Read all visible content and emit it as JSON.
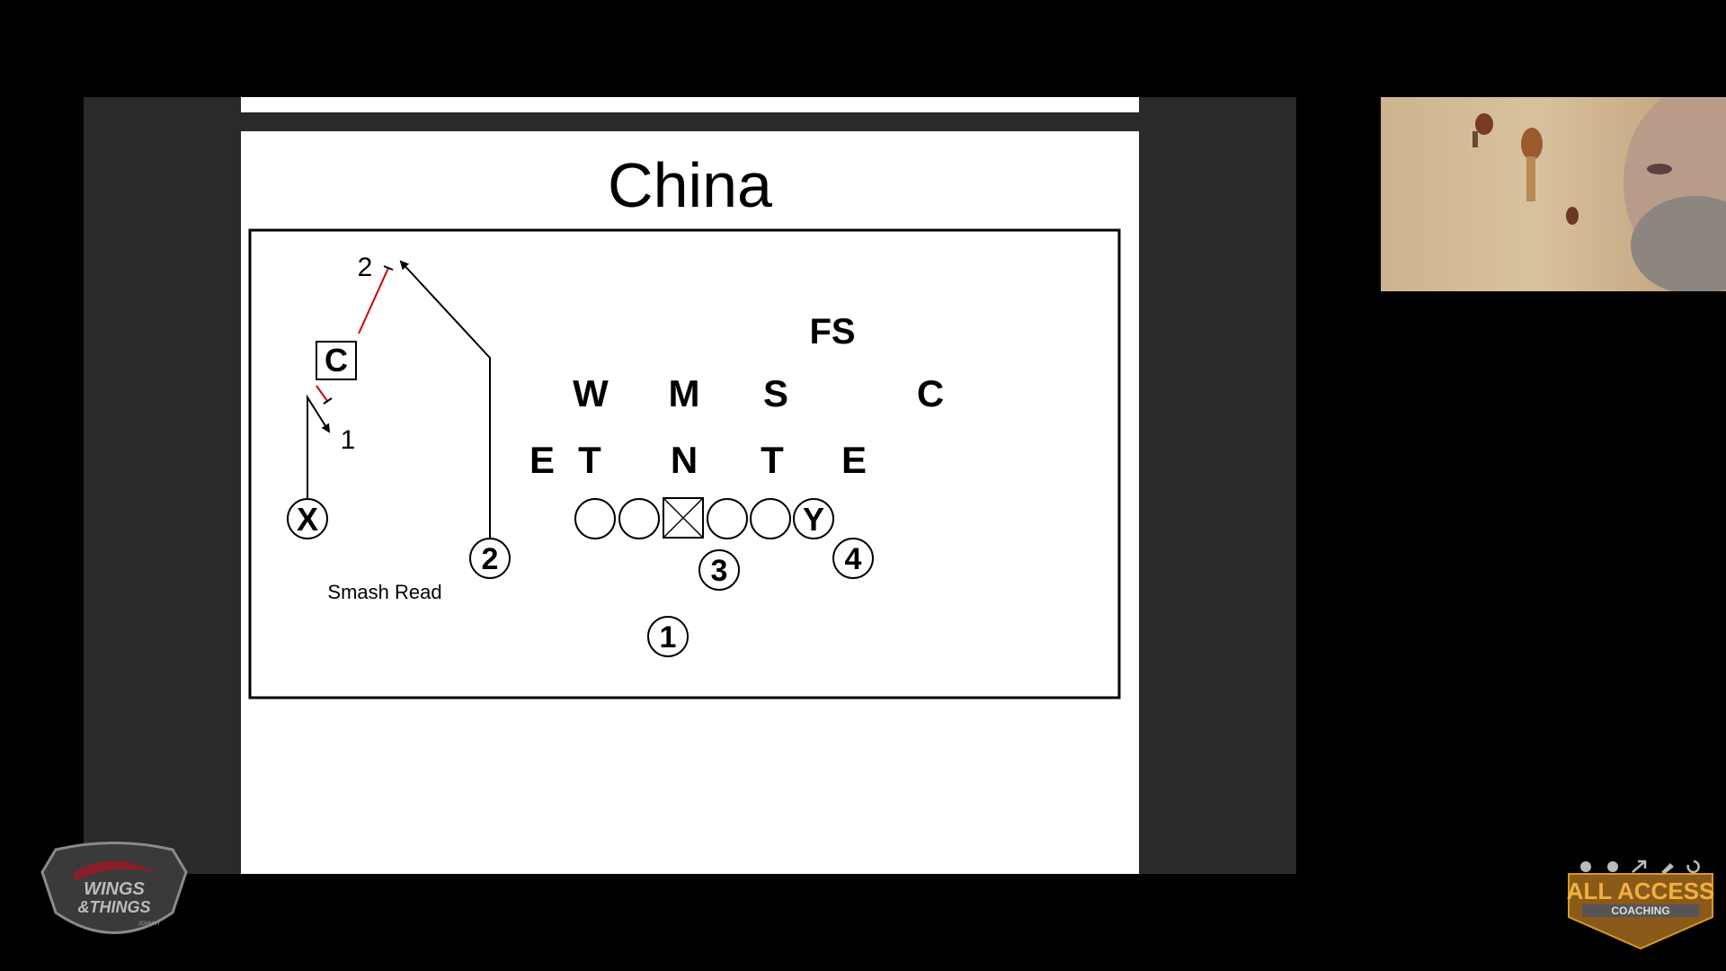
{
  "slide": {
    "title": "China",
    "caption": "Smash Read",
    "offense": {
      "receiver_x": "X",
      "receiver_y": "Y",
      "backs": [
        "1",
        "2",
        "3",
        "4"
      ]
    },
    "defense": {
      "free_safety": "FS",
      "linebackers": [
        "W",
        "M",
        "S"
      ],
      "corner_right": "C",
      "line": [
        "E",
        "T",
        "N",
        "T",
        "E"
      ],
      "corner_left": "C"
    },
    "read_labels": [
      "1",
      "2"
    ]
  },
  "logos": {
    "left_line1": "WINGS",
    "left_line2": "&THINGS",
    "left_small": "JOHNNY",
    "right_main": "ALL ACCESS",
    "right_sub": "COACHING"
  },
  "colors": {
    "background": "#000000",
    "share_area": "#2a2a2a",
    "slide": "#ffffff",
    "read_line": "#cc0000",
    "logo_gold": "#d59a2a"
  }
}
